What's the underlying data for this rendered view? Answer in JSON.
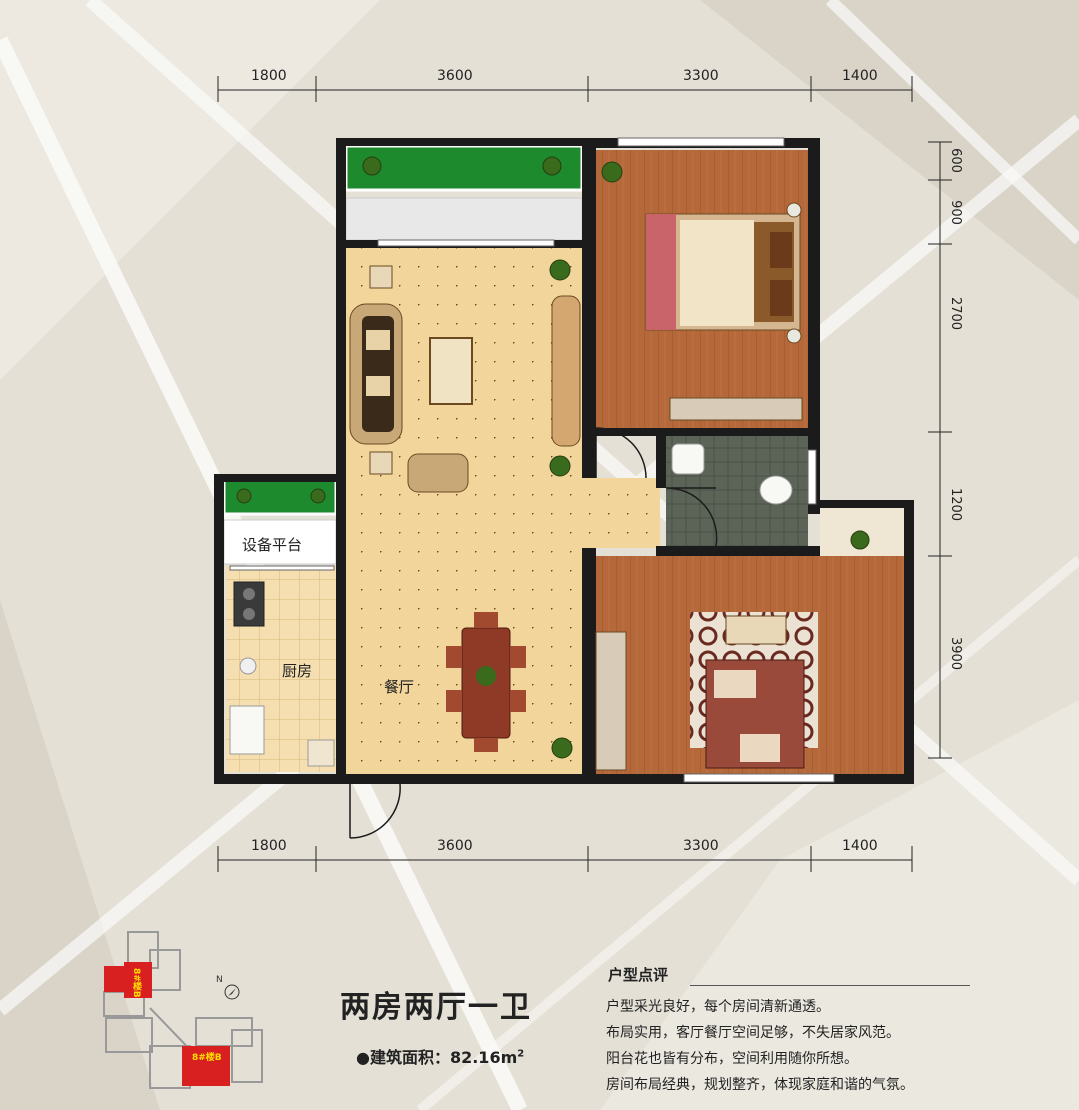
{
  "dimensions": {
    "top": [
      "1800",
      "3600",
      "3300",
      "1400"
    ],
    "bottom": [
      "1800",
      "3600",
      "3300",
      "1400"
    ],
    "right": [
      "600",
      "900",
      "2700",
      "1200",
      "3900"
    ]
  },
  "rooms": {
    "equipment_platform": "设备平台",
    "kitchen": "厨房",
    "dining": "餐厅"
  },
  "title": "两房两厅一卫",
  "area": {
    "label": "●建筑面积：82.16m",
    "unit_sup": "2"
  },
  "review": {
    "heading": "户型点评",
    "items": [
      "户型采光良好，每个房间清新通透。",
      "布局实用，客厅餐厅空间足够，不失居家风范。",
      "阳台花也皆有分布，空间利用随你所想。",
      "房间布局经典，规划整齐，体现家庭和谐的气氛。"
    ]
  },
  "site_plan": {
    "building_a": "8#楼B",
    "building_b": "8#楼B",
    "north": "N"
  },
  "colors": {
    "wall": "#1b1b1b",
    "wood_floor": "#b5693a",
    "tile_floor": "#f2d59a",
    "planter": "#1e8a2e",
    "background": "#e4e0d6",
    "building_red": "#d82020"
  }
}
